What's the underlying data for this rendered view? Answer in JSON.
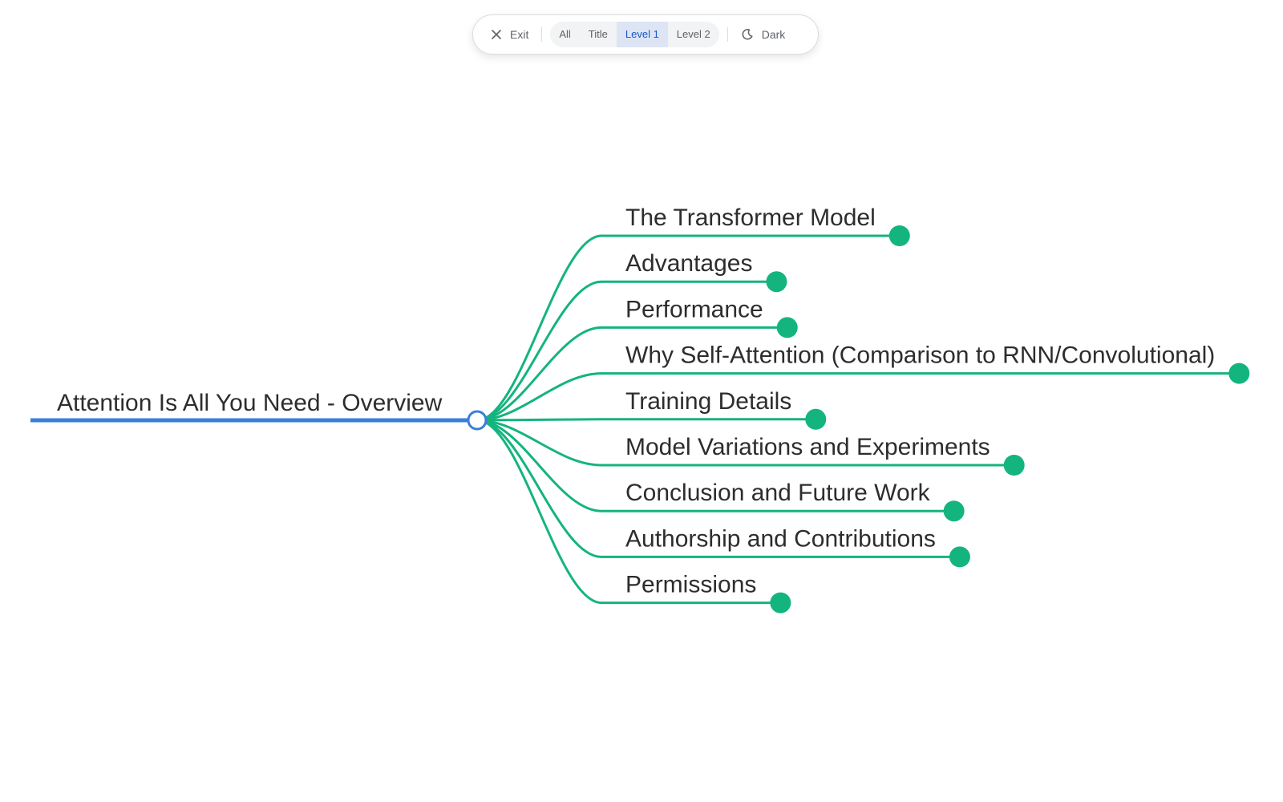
{
  "toolbar": {
    "exit_label": "Exit",
    "levels": [
      {
        "label": "All",
        "active": false
      },
      {
        "label": "Title",
        "active": false
      },
      {
        "label": "Level 1",
        "active": true
      },
      {
        "label": "Level 2",
        "active": false
      }
    ],
    "theme_label": "Dark"
  },
  "mindmap": {
    "root": {
      "label": "Attention Is All You Need - Overview",
      "color": "#3b7ddd"
    },
    "branch_color": "#14b47e",
    "children": [
      "The Transformer Model",
      "Advantages",
      "Performance",
      "Why Self-Attention (Comparison to RNN/Convolutional)",
      "Training Details",
      "Model Variations and Experiments",
      "Conclusion and Future Work",
      "Authorship and Contributions",
      "Permissions"
    ]
  }
}
